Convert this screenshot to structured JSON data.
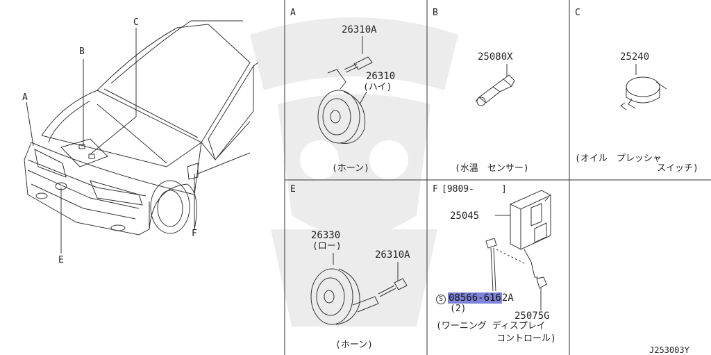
{
  "diagram": {
    "callouts": {
      "A": "A",
      "B": "B",
      "C": "C",
      "E": "E",
      "F": "F"
    },
    "panels": {
      "A": {
        "letter": "A",
        "parts": {
          "bolt": "26310A",
          "horn": "26310",
          "horn_note": "(ハイ)"
        },
        "caption": "(ホーン)"
      },
      "B": {
        "letter": "B",
        "parts": {
          "sensor": "25080X"
        },
        "caption": "(水温　センサー)"
      },
      "C": {
        "letter": "C",
        "parts": {
          "switch": "25240"
        },
        "caption_line1": "(オイル　プレッシャ",
        "caption_line2": "スイッチ)"
      },
      "E": {
        "letter": "E",
        "parts": {
          "horn": "26330",
          "horn_note": "(ロー)",
          "bolt": "26310A"
        },
        "caption": "(ホーン)"
      },
      "F": {
        "letter": "F",
        "date_range": "[9809-　　　]",
        "parts": {
          "unit": "25045",
          "screw_highlighted": "08566-616",
          "screw_rest": "2A",
          "screw_qty": "(2)",
          "clip": "25075G"
        },
        "caption_line1": "(ワーニング ディスプレイ",
        "caption_line2": "コントロール)"
      }
    },
    "screw_symbol": "S",
    "drawing_number": "J253003Y"
  }
}
